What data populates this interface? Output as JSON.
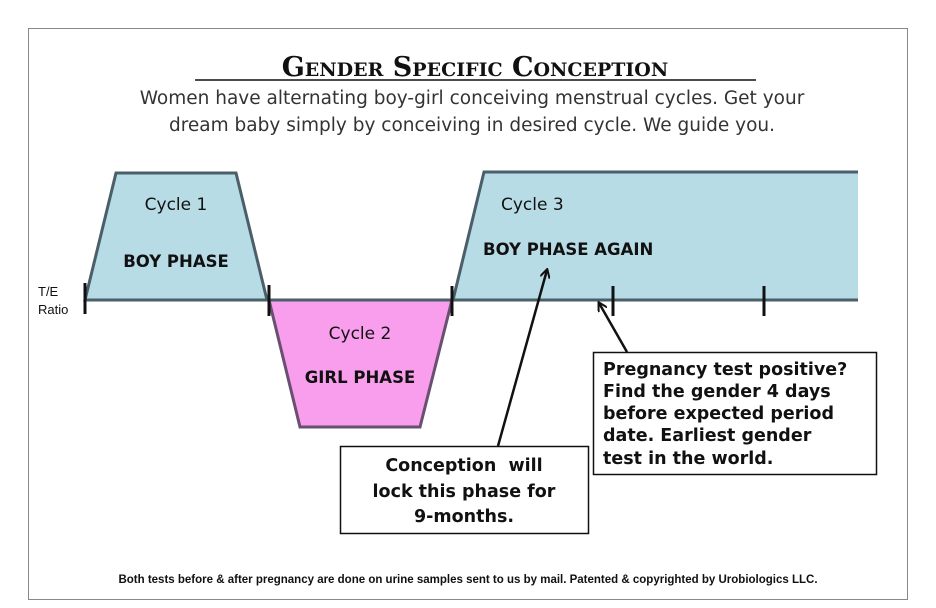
{
  "title": "Gender Specific Conception",
  "subtitle": [
    "Women have alternating boy-girl conceiving menstrual cycles. Get your",
    "dream baby simply by conceiving in desired cycle. We guide you."
  ],
  "axis_label": [
    "T/E",
    "Ratio"
  ],
  "cycles": [
    {
      "name": "Cycle 1",
      "phase": "BOY PHASE",
      "color": "#b8dce6"
    },
    {
      "name": "Cycle 2",
      "phase": "GIRL PHASE",
      "color": "#f99ded"
    },
    {
      "name": "Cycle 3",
      "phase": "BOY PHASE AGAIN",
      "color": "#b8dce6"
    }
  ],
  "conception_note": [
    "Conception  will",
    "lock this phase for",
    "9-months."
  ],
  "pregnancy_note": [
    "Pregnancy test positive?",
    "Find the gender 4 days",
    "before expected period",
    "date. Earliest gender",
    "test in the world."
  ],
  "footer": "Both tests before & after pregnancy are done on urine samples sent to us by mail. Patented & copyrighted by Urobiologics LLC."
}
